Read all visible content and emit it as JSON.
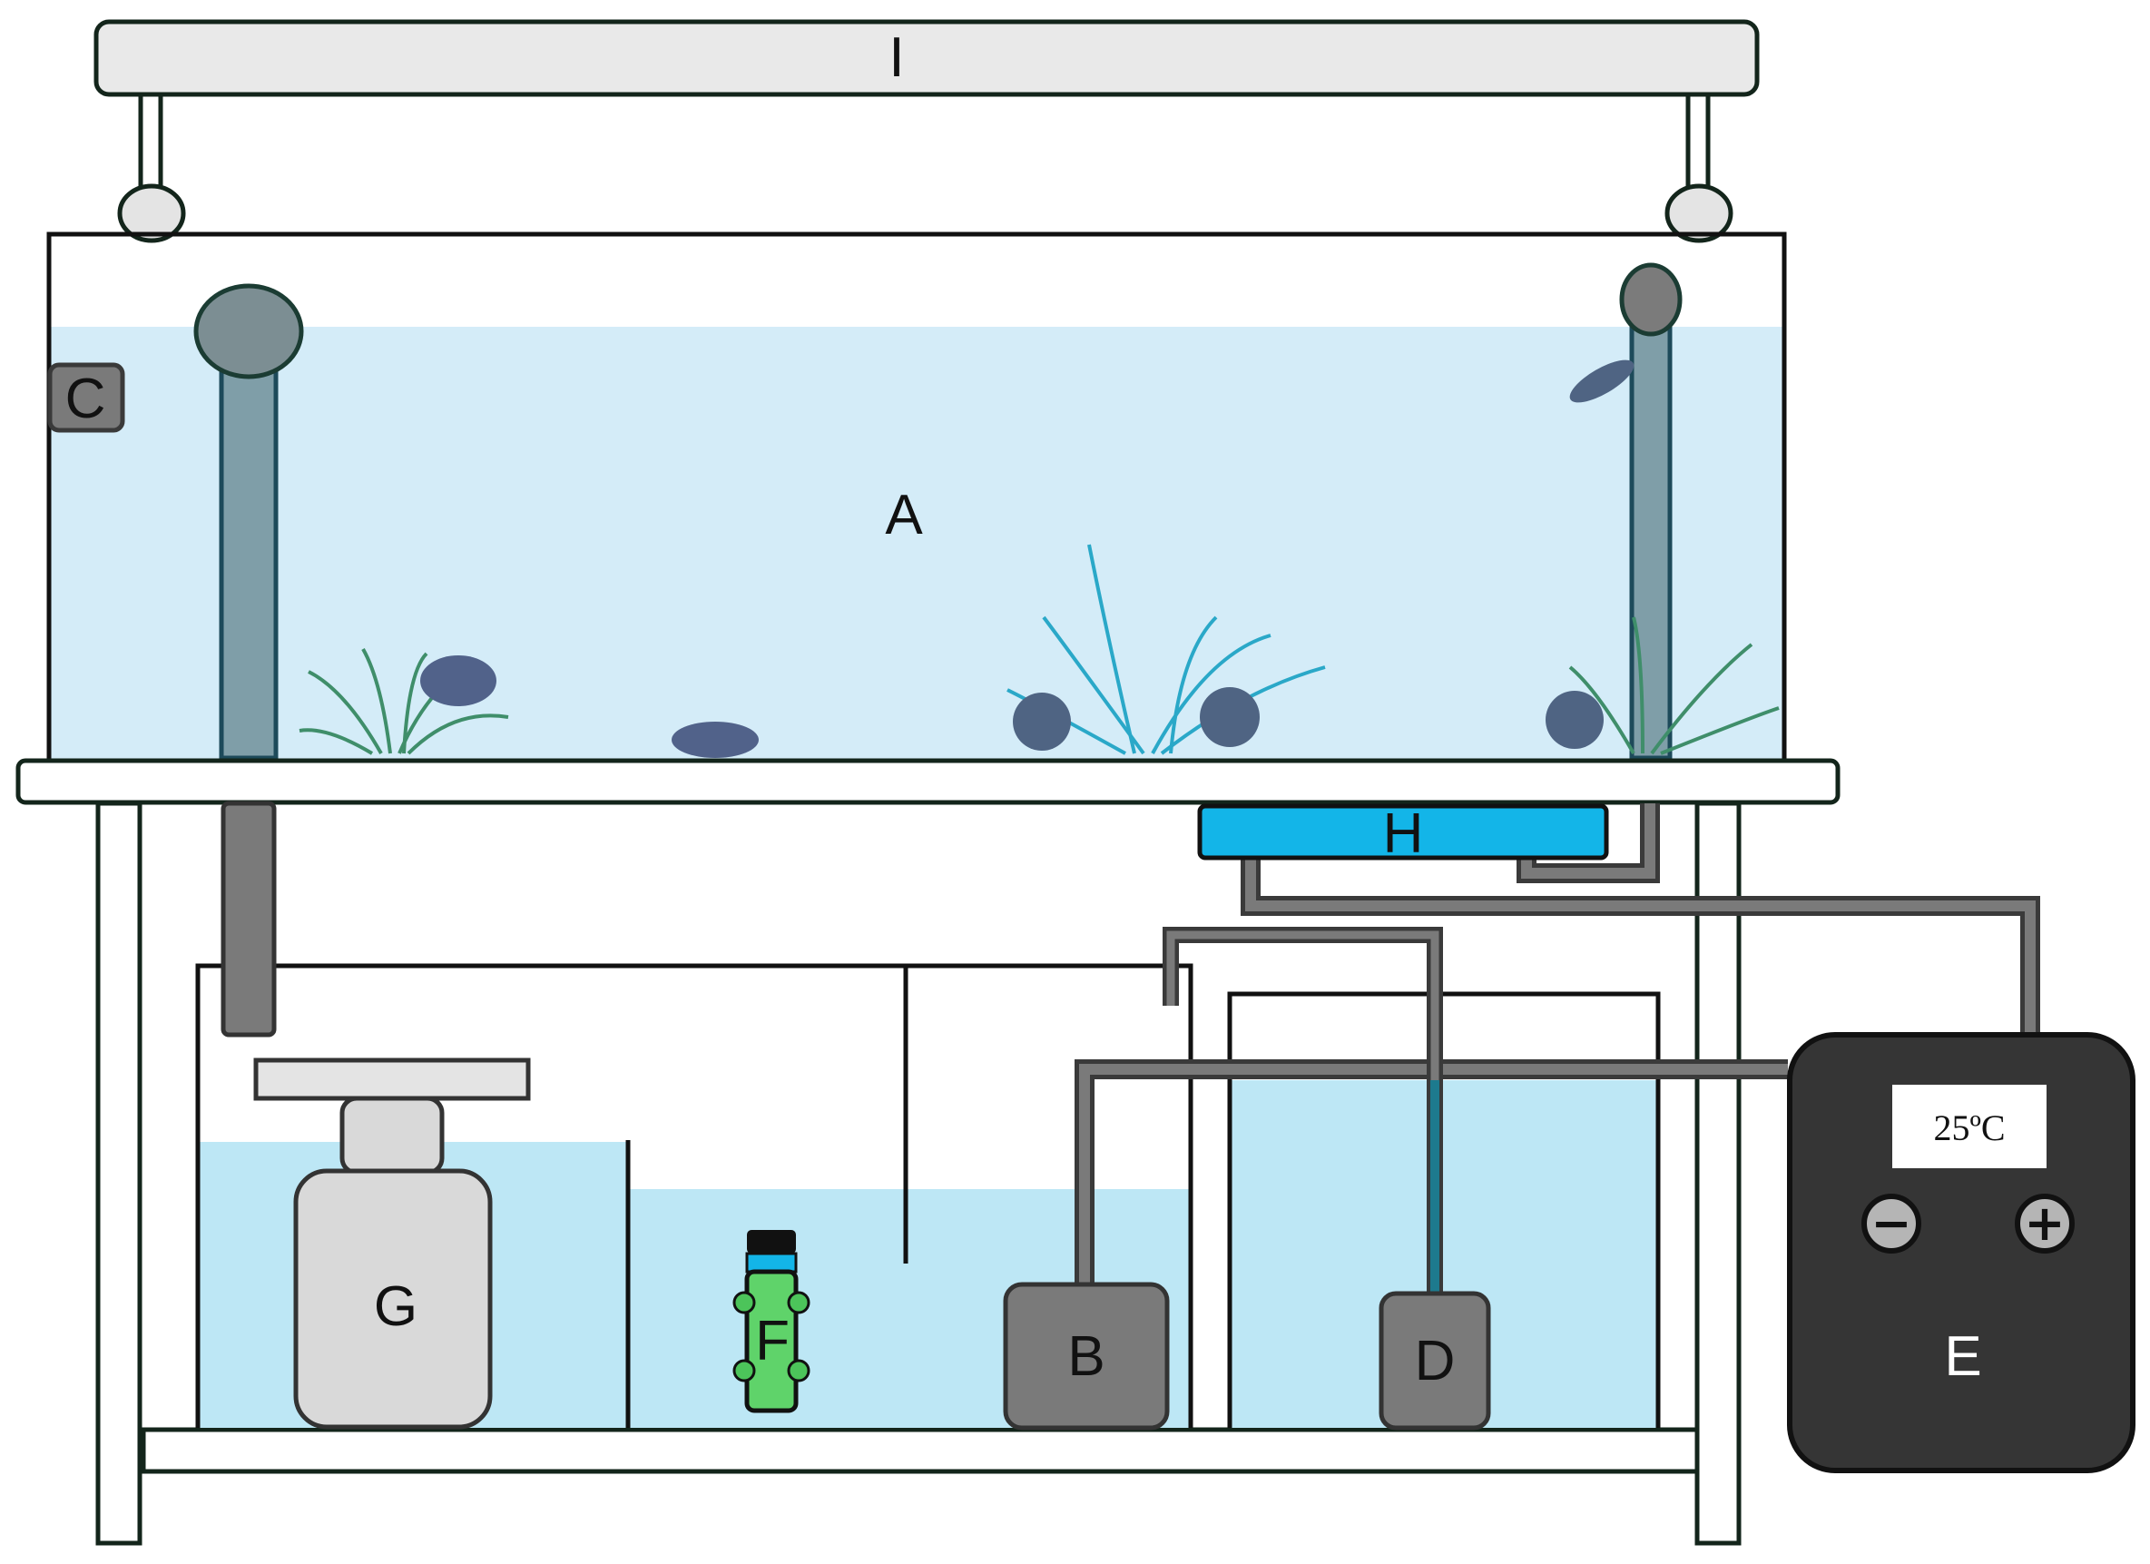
{
  "colors": {
    "tank_water": "#d4ecf8",
    "sump_water": "#bde7f5",
    "pipe": "#7a7a7a",
    "pipe_dark": "#6e6e6e",
    "inlet_pipe": "#7f9ea8",
    "controller": "#353535",
    "light_bar": "#e9e9e9",
    "heater_strip": "#13b5e8",
    "reactor": "#5fd36a",
    "outline": "#111111",
    "frame_dark": "#13251b"
  },
  "labels": {
    "tank": "A",
    "pump": "B",
    "sensor": "C",
    "pump_d": "D",
    "controller": "E",
    "reactor": "F",
    "skimmer": "G",
    "chiller": "H",
    "light": "I"
  },
  "controller": {
    "display": "25ºC",
    "minus_icon": "−",
    "plus_icon": "+"
  }
}
